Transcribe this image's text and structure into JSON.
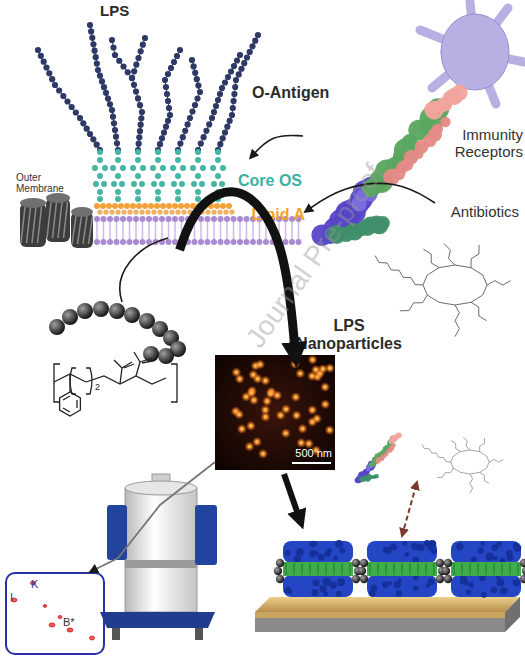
{
  "diagram": {
    "nodes": [
      {
        "text": [
          "LPS"
        ]
      },
      {
        "text": [
          "Core OS"
        ],
        "in": 0
      },
      {
        "text": [
          "Lipid A"
        ],
        "in": 0
      },
      {
        "text": [
          "Immunity Receptors"
        ]
      },
      {
        "text": [
          "Antibiotics"
        ]
      },
      {
        "text": [
          "LPS Nanoparticles",
          "500 nm"
        ]
      },
      {
        "text": [
          "I",
          "K",
          "B*"
        ]
      }
    ],
    "edges": [
      {
        "from": 3,
        "to": 1,
        "arrow": "to"
      },
      {
        "from": 4,
        "to": 2,
        "arrow": "to"
      },
      {
        "from": 0,
        "to": 5,
        "arrow": "to"
      },
      {
        "from": 5,
        "to": 6,
        "arrow": "to"
      }
    ],
    "labels": [
      "O-Antigen",
      "Outer Membrane",
      "2",
      "Journal Pre-proof"
    ]
  }
}
